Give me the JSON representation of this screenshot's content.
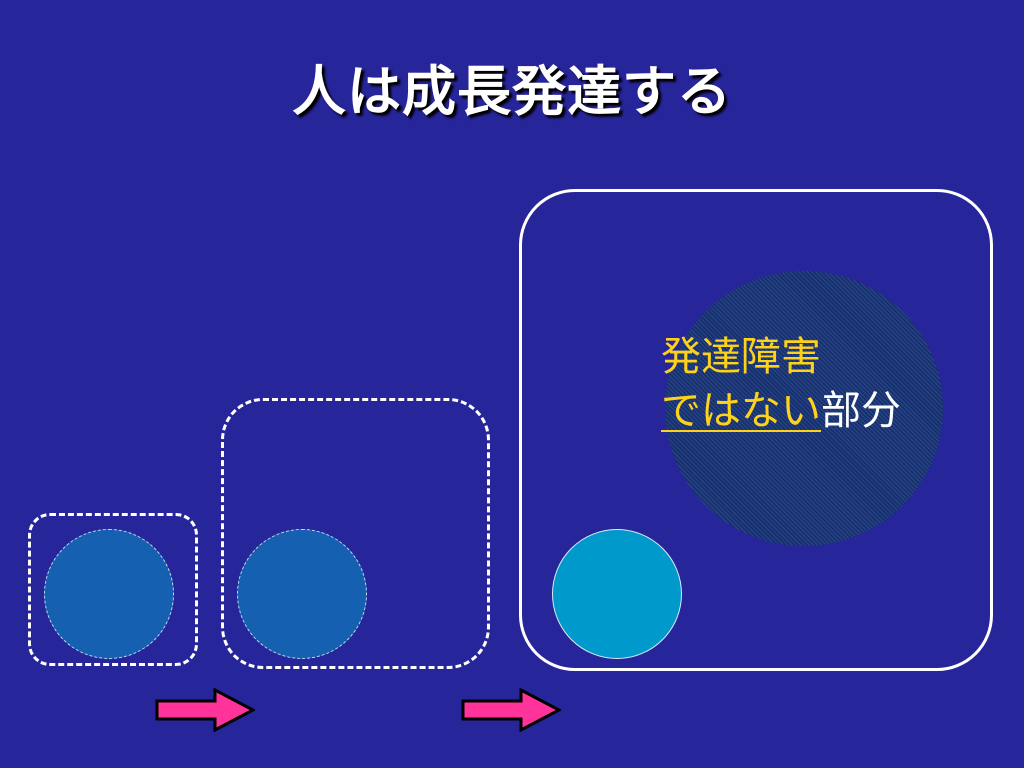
{
  "slide": {
    "title": "人は成長発達する",
    "label": {
      "line1": "発達障害",
      "line2_underlined": "ではない",
      "line2_rest": "部分"
    }
  },
  "colors": {
    "background": "#27259a",
    "title_text": "#ffffff",
    "label_highlight": "#ffd21a",
    "label_plain": "#ffffff",
    "circle_early": "#1560b0",
    "circle_current": "#0099cc",
    "region_fill": "#17306e",
    "arrow_fill": "#ff3399"
  },
  "icons": {
    "arrow": "right-arrow-icon"
  }
}
